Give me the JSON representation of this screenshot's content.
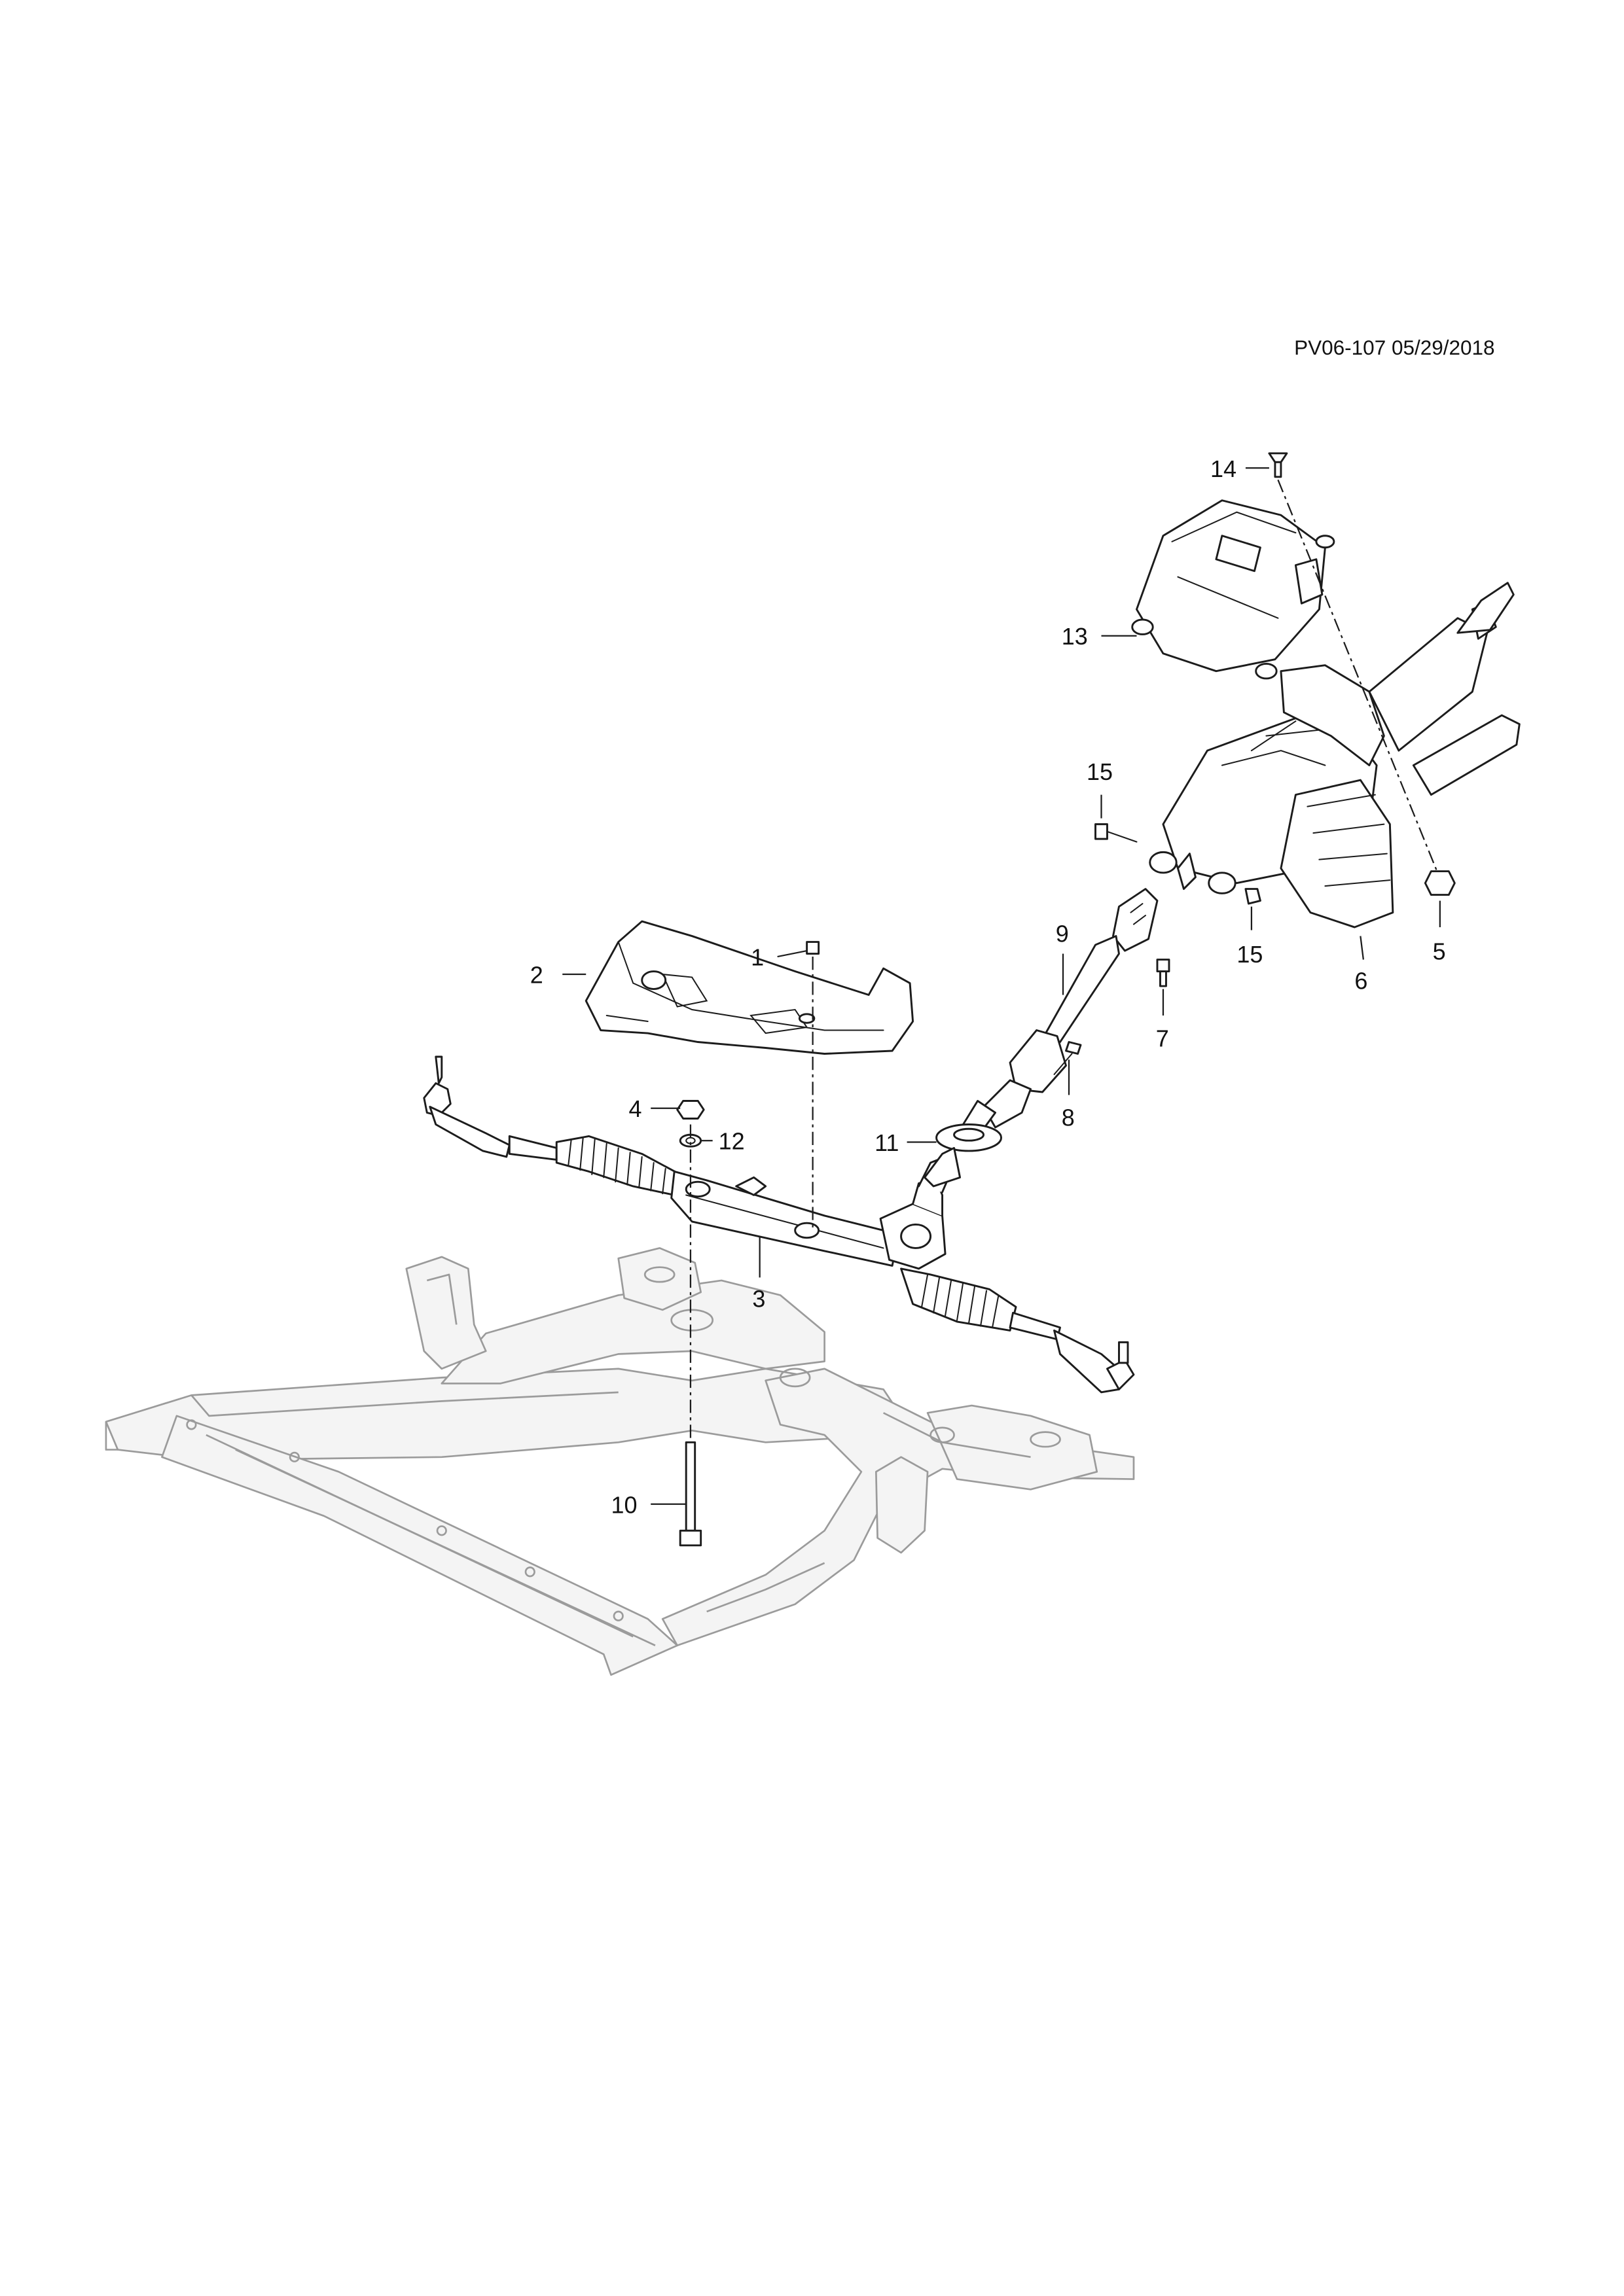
{
  "header": {
    "document_id": "PV06-107 05/29/2018"
  },
  "callouts": [
    {
      "id": "callout-1",
      "text": "1"
    },
    {
      "id": "callout-2",
      "text": "2"
    },
    {
      "id": "callout-3",
      "text": "3"
    },
    {
      "id": "callout-4",
      "text": "4"
    },
    {
      "id": "callout-5",
      "text": "5"
    },
    {
      "id": "callout-6",
      "text": "6"
    },
    {
      "id": "callout-7",
      "text": "7"
    },
    {
      "id": "callout-8",
      "text": "8"
    },
    {
      "id": "callout-9",
      "text": "9"
    },
    {
      "id": "callout-10",
      "text": "10"
    },
    {
      "id": "callout-11",
      "text": "11"
    },
    {
      "id": "callout-12",
      "text": "12"
    },
    {
      "id": "callout-13",
      "text": "13"
    },
    {
      "id": "callout-14",
      "text": "14"
    },
    {
      "id": "callout-15a",
      "text": "15"
    },
    {
      "id": "callout-15b",
      "text": "15"
    }
  ],
  "colors": {
    "line": "#1c1c1c",
    "ghost": "#9b9b9b",
    "background": "#ffffff"
  }
}
